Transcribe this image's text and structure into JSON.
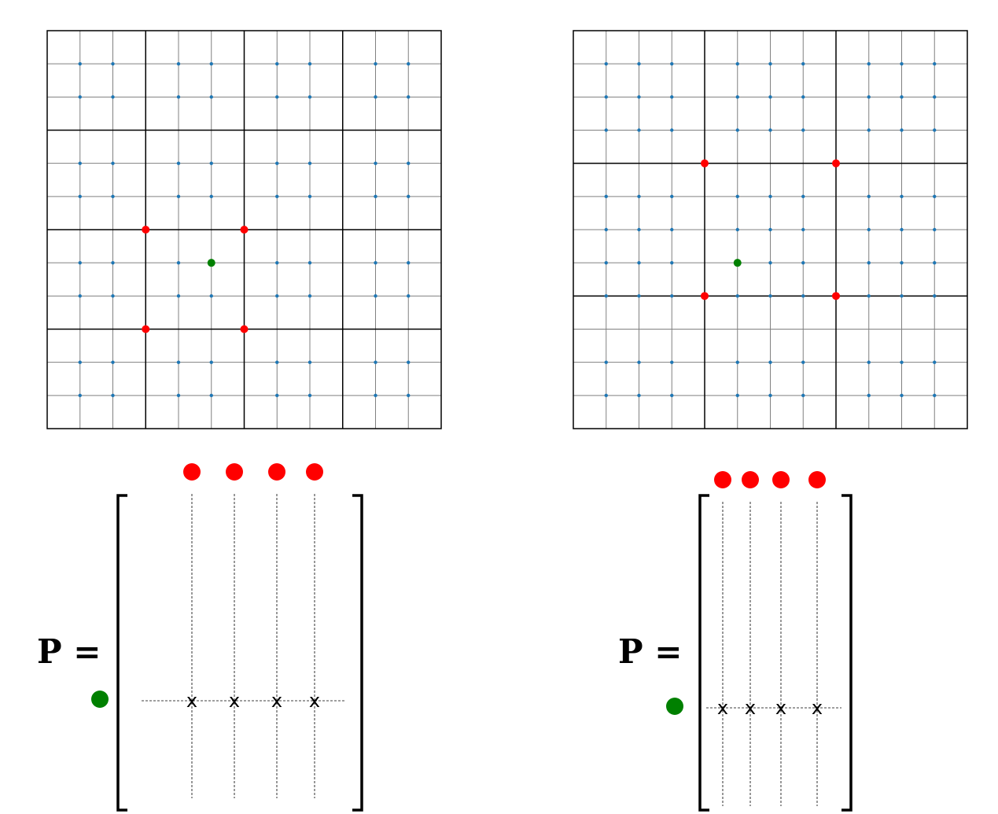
{
  "panels": [
    {
      "id": "left",
      "grid": {
        "fine_rows": 12,
        "fine_cols": 12,
        "coarse_rows": 4,
        "coarse_cols": 4,
        "sample_rows": [
          1,
          2,
          4,
          5,
          7,
          8,
          10,
          11
        ],
        "sample_cols": [
          1,
          2,
          4,
          5,
          7,
          8,
          10,
          11
        ],
        "red_points": [
          [
            3,
            6
          ],
          [
            6,
            6
          ],
          [
            3,
            9
          ],
          [
            6,
            9
          ]
        ],
        "green_point": [
          5,
          7
        ]
      },
      "matrix": {
        "label": "P =",
        "marker": "x",
        "columns": 4
      }
    },
    {
      "id": "right",
      "grid": {
        "fine_rows": 12,
        "fine_cols": 12,
        "coarse_rows": 3,
        "coarse_cols": 3,
        "sample_rows": [
          1,
          2,
          3,
          5,
          6,
          7,
          8,
          10,
          11
        ],
        "sample_cols": [
          1,
          2,
          3,
          5,
          6,
          7,
          9,
          10,
          11
        ],
        "red_points": [
          [
            4,
            4
          ],
          [
            8,
            4
          ],
          [
            4,
            8
          ],
          [
            8,
            8
          ]
        ],
        "green_point": [
          5,
          7
        ]
      },
      "matrix": {
        "label": "P =",
        "marker": "x",
        "columns": 4
      }
    }
  ],
  "colors": {
    "sample": "#1f77b4",
    "red": "#ff0000",
    "green": "#008000",
    "fine_line": "#808080",
    "coarse_line": "#000000"
  }
}
